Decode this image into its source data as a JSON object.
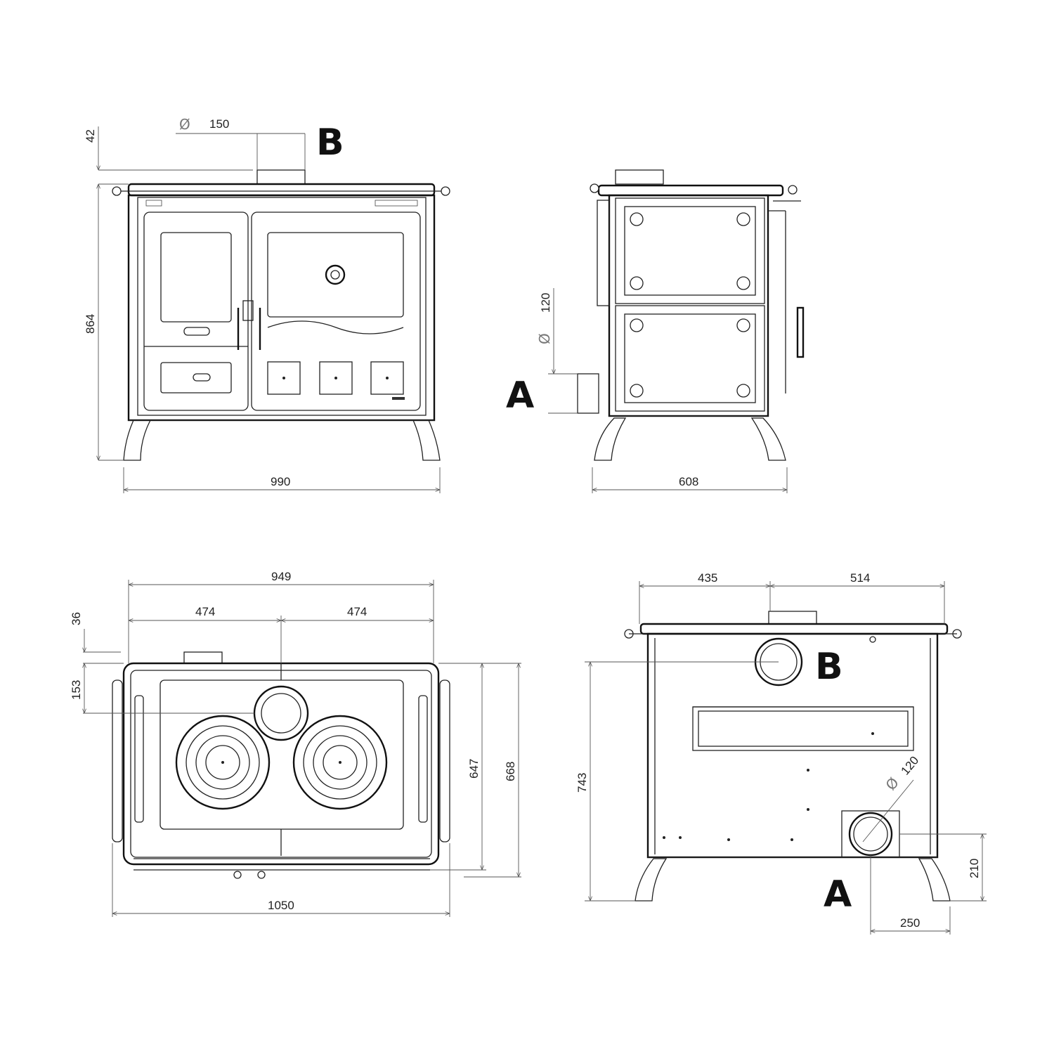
{
  "front_view": {
    "pipe_symbol": "Ø",
    "pipe_diameter": "150",
    "top_offset": "42",
    "height": "864",
    "width": "990",
    "outlet_label": "B"
  },
  "side_view": {
    "inlet_symbol": "Ø",
    "inlet_diameter": "120",
    "width": "608",
    "inlet_label": "A"
  },
  "top_view": {
    "overall_width": "949",
    "left_half": "474",
    "right_half": "474",
    "top_offset": "36",
    "pipe_offset": "153",
    "depth_inner": "647",
    "depth_outer": "668",
    "total_width": "1050"
  },
  "rear_view": {
    "left_offset": "435",
    "right_offset": "514",
    "outlet_label": "B",
    "height": "743",
    "inlet_symbol": "Ø",
    "inlet_diameter": "120",
    "inlet_height": "210",
    "inlet_label": "A",
    "inlet_offset": "250"
  }
}
